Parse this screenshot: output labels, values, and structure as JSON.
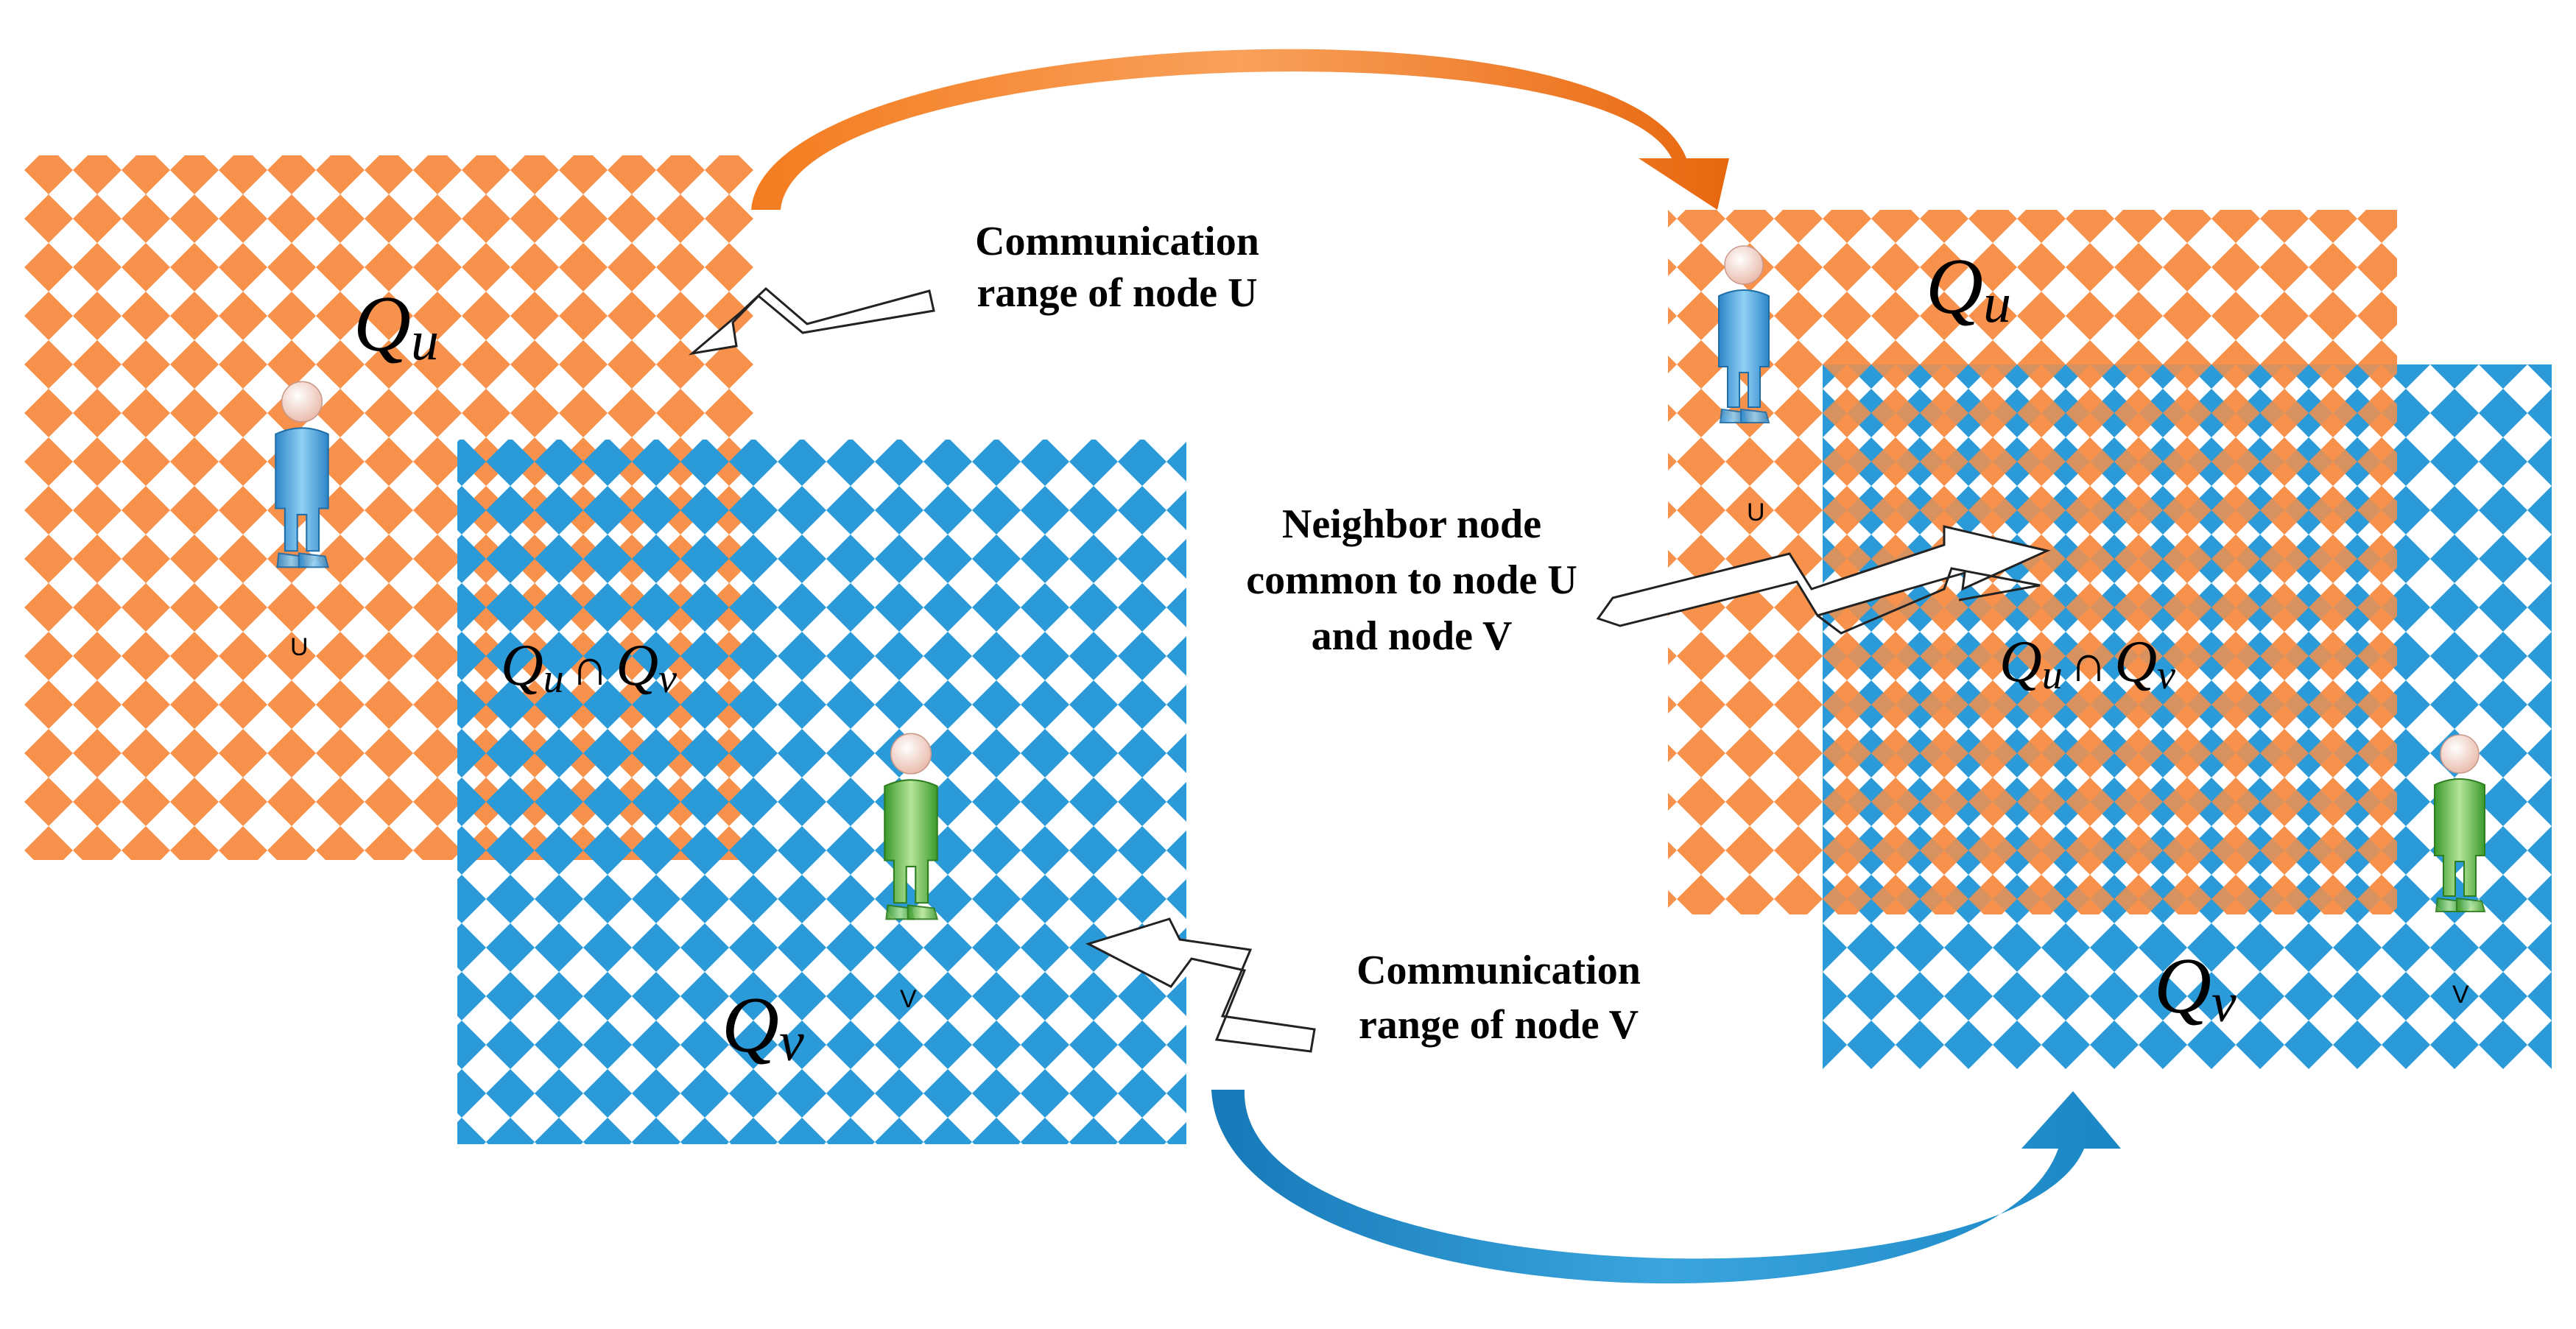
{
  "colors": {
    "node_u_region": "#f7914b",
    "node_v_region": "#2a9ad8",
    "node_u_person": "#4aa6dc",
    "node_v_person": "#6cc24a",
    "head": "#f3d3c7"
  },
  "labels": {
    "comm_u_line1": "Communication",
    "comm_u_line2": "range of node U",
    "neighbor_line1": "Neighbor node",
    "neighbor_line2": "common to node U",
    "neighbor_line3": "and node V",
    "comm_v_line1": "Communication",
    "comm_v_line2": "range of node V"
  },
  "math": {
    "Q": "Q",
    "u": "u",
    "v": "v",
    "cap": "∩"
  },
  "nodes": {
    "u_letter": "U",
    "v_letter": "V"
  },
  "icons": [
    "person-icon",
    "curved-arrow-icon",
    "zigzag-callout-arrow-icon"
  ]
}
